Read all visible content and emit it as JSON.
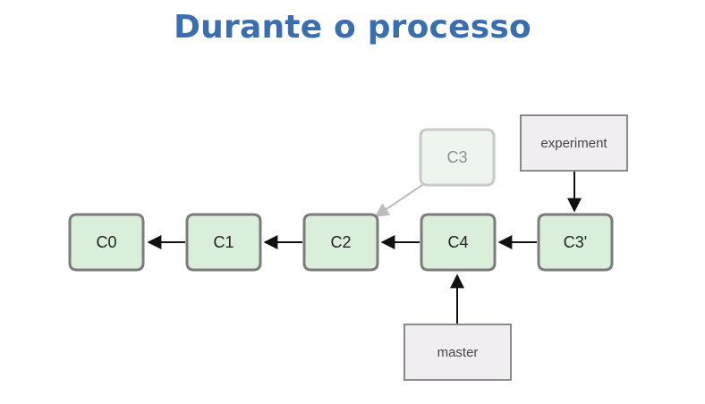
{
  "title": "Durante o processo",
  "commits": [
    {
      "id": "c0",
      "label": "C0",
      "ghost": false
    },
    {
      "id": "c1",
      "label": "C1",
      "ghost": false
    },
    {
      "id": "c2",
      "label": "C2",
      "ghost": false
    },
    {
      "id": "c4",
      "label": "C4",
      "ghost": false
    },
    {
      "id": "c3p",
      "label": "C3'",
      "ghost": false
    },
    {
      "id": "c3",
      "label": "C3",
      "ghost": true
    }
  ],
  "refs": {
    "experiment": "experiment",
    "master": "master"
  },
  "colors": {
    "title": "#3a6eac",
    "commit_fill": "#d9efd9",
    "commit_stroke": "#7c7c7c",
    "ghost_fill": "#eef5ee",
    "ghost_stroke": "#c9c9c9",
    "ref_fill": "#f1eef1",
    "ref_stroke": "#8a8a8a",
    "arrow": "#111111",
    "ghost_arrow": "#bdbdbd"
  }
}
